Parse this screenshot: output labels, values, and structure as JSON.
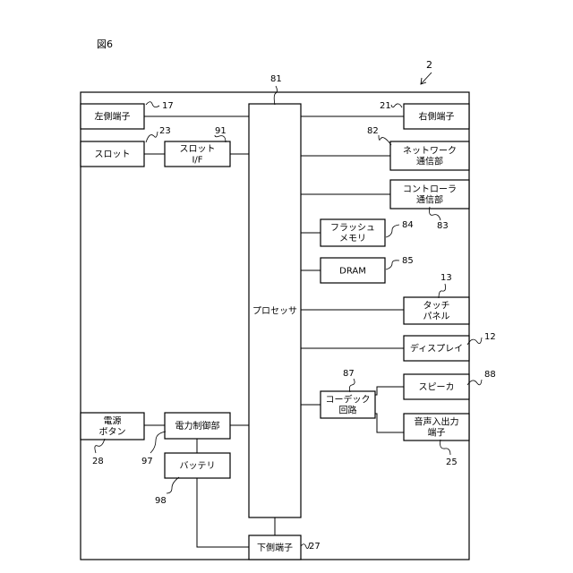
{
  "figure_label": "図6",
  "device_number": "2",
  "blocks": {
    "left_terminal": {
      "lines": [
        "左側端子"
      ],
      "ref": "17"
    },
    "slot": {
      "lines": [
        "スロット"
      ],
      "ref": "23"
    },
    "slot_if": {
      "lines": [
        "スロット",
        "I/F"
      ],
      "ref": "91"
    },
    "processor": {
      "lines": [
        "プロセッサ"
      ],
      "ref": "81"
    },
    "right_terminal": {
      "lines": [
        "右側端子"
      ],
      "ref": "21"
    },
    "network_comm": {
      "lines": [
        "ネットワーク",
        "通信部"
      ],
      "ref": "82"
    },
    "controller_comm": {
      "lines": [
        "コントローラ",
        "通信部"
      ],
      "ref": "83"
    },
    "flash_memory": {
      "lines": [
        "フラッシュ",
        "メモリ"
      ],
      "ref": "84"
    },
    "dram": {
      "lines": [
        "DRAM"
      ],
      "ref": "85"
    },
    "touch_panel": {
      "lines": [
        "タッチ",
        "パネル"
      ],
      "ref": "13"
    },
    "display": {
      "lines": [
        "ディスプレイ"
      ],
      "ref": "12"
    },
    "codec_circuit": {
      "lines": [
        "コーデック",
        "回路"
      ],
      "ref": "87"
    },
    "speaker": {
      "lines": [
        "スピーカ"
      ],
      "ref": "88"
    },
    "audio_io_terminal": {
      "lines": [
        "音声入出力",
        "端子"
      ],
      "ref": "25"
    },
    "power_button": {
      "lines": [
        "電源",
        "ボタン"
      ],
      "ref": "28"
    },
    "power_control": {
      "lines": [
        "電力制御部"
      ],
      "ref": "97"
    },
    "battery": {
      "lines": [
        "バッテリ"
      ],
      "ref": "98"
    },
    "bottom_terminal": {
      "lines": [
        "下側端子"
      ],
      "ref": "27"
    }
  }
}
